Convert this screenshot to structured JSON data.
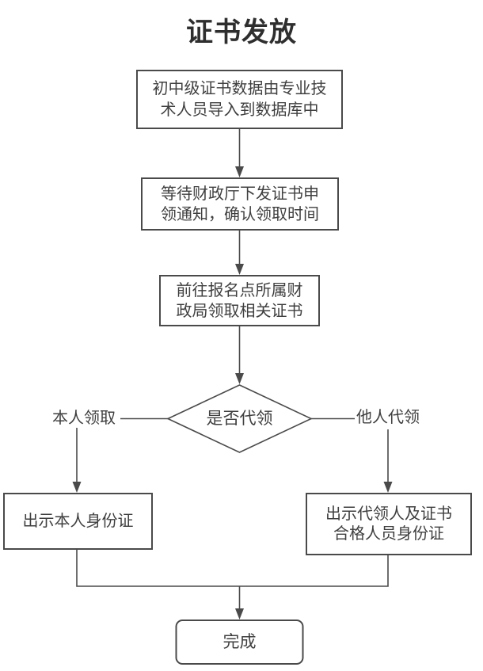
{
  "title": "证书发放",
  "colors": {
    "line": "#4a4a4a",
    "text": "#3f3f3f",
    "title": "#2e2e2e",
    "background": "#ffffff"
  },
  "flowchart": {
    "nodes": [
      {
        "id": "import-data",
        "type": "process",
        "text": "初中级证书数据由专业技\n术人员导入到数据库中"
      },
      {
        "id": "wait-notice",
        "type": "process",
        "text": "等待财政厅下发证书申\n领通知，确认领取时间"
      },
      {
        "id": "goto-bureau",
        "type": "process",
        "text": "前往报名点所属财\n政局领取相关证书"
      },
      {
        "id": "proxy-decision",
        "type": "decision",
        "text": "是否代领"
      },
      {
        "id": "show-self-id",
        "type": "process",
        "text": "出示本人身份证"
      },
      {
        "id": "show-proxy-id",
        "type": "process",
        "text": "出示代领人及证书\n合格人员身份证"
      },
      {
        "id": "done",
        "type": "terminator",
        "text": "完成"
      }
    ],
    "branch_labels": {
      "left": "本人领取",
      "right": "他人代领"
    }
  }
}
